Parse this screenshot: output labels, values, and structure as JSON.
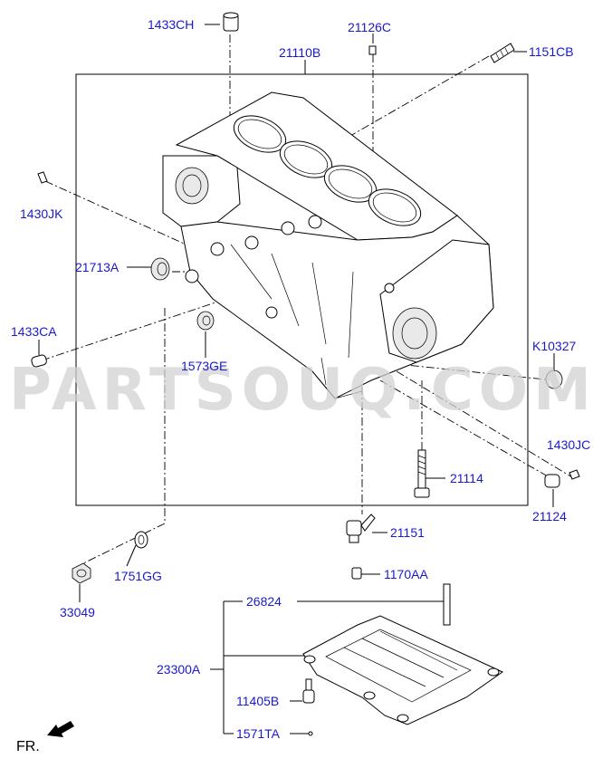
{
  "watermark": "PARTSOUQ.COM",
  "direction_label": "FR.",
  "colors": {
    "label": "#1a1acc",
    "line": "#000000",
    "watermark": "#d2d2d2"
  },
  "labels": {
    "p1433CH": "1433CH",
    "p21126C": "21126C",
    "p21110B": "21110B",
    "p1151CB": "1151CB",
    "p1430JK": "1430JK",
    "p21713A": "21713A",
    "p1433CA": "1433CA",
    "p1573GE": "1573GE",
    "pK10327": "K10327",
    "p1430JC": "1430JC",
    "p21114": "21114",
    "p21124": "21124",
    "p21151": "21151",
    "p1751GG": "1751GG",
    "p33049": "33049",
    "p1170AA": "1170AA",
    "p26824": "26824",
    "p23300A": "23300A",
    "p11405B": "11405B",
    "p1571TA": "1571TA"
  }
}
